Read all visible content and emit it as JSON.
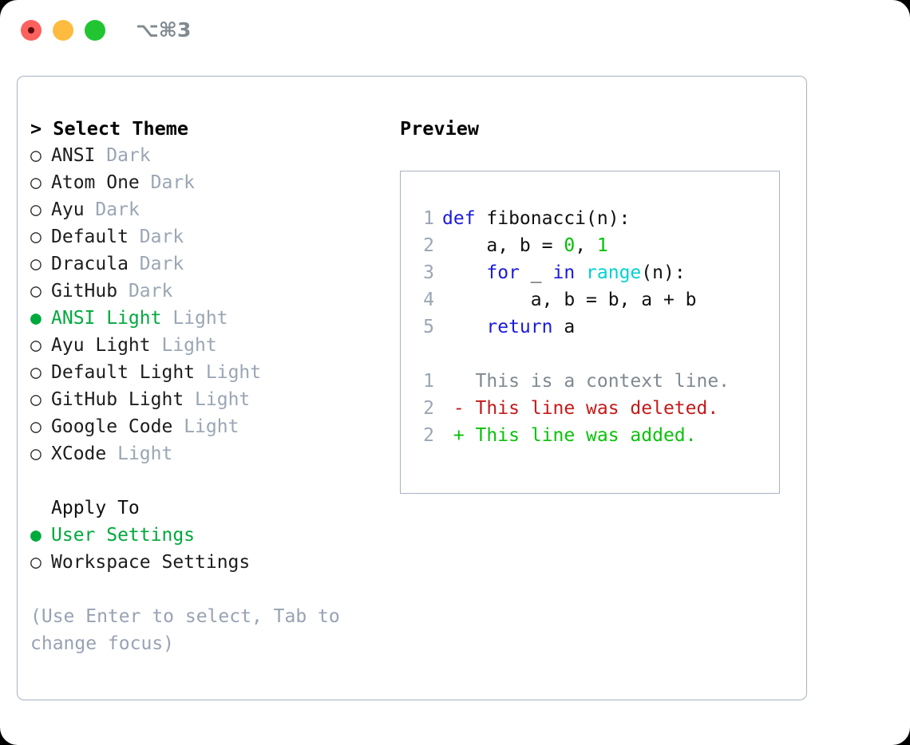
{
  "titlebar": {
    "shortcut": "⌥⌘3",
    "lights": [
      {
        "name": "close",
        "color": "#fc615d"
      },
      {
        "name": "minimize",
        "color": "#fdbc40"
      },
      {
        "name": "maximize",
        "color": "#21c531"
      }
    ]
  },
  "theme_picker": {
    "header_marker": "> ",
    "header": "Select Theme",
    "unselected_bullet": "○ ",
    "selected_bullet": "● ",
    "items": [
      {
        "name": "ANSI",
        "kind": "Dark",
        "selected": false
      },
      {
        "name": "Atom One",
        "kind": "Dark",
        "selected": false
      },
      {
        "name": "Ayu",
        "kind": "Dark",
        "selected": false
      },
      {
        "name": "Default",
        "kind": "Dark",
        "selected": false
      },
      {
        "name": "Dracula",
        "kind": "Dark",
        "selected": false
      },
      {
        "name": "GitHub",
        "kind": "Dark",
        "selected": false
      },
      {
        "name": "ANSI Light",
        "kind": "Light",
        "selected": true
      },
      {
        "name": "Ayu Light",
        "kind": "Light",
        "selected": false
      },
      {
        "name": "Default Light",
        "kind": "Light",
        "selected": false
      },
      {
        "name": "GitHub Light",
        "kind": "Light",
        "selected": false
      },
      {
        "name": "Google Code",
        "kind": "Light",
        "selected": false
      },
      {
        "name": "XCode",
        "kind": "Light",
        "selected": false
      }
    ]
  },
  "apply_to": {
    "label": "Apply To",
    "options": [
      {
        "label": "User Settings",
        "selected": true
      },
      {
        "label": "Workspace Settings",
        "selected": false
      }
    ]
  },
  "hint": "(Use Enter to select, Tab to change focus)",
  "preview": {
    "title": "Preview",
    "code_lines": [
      {
        "no": "1",
        "tokens": [
          {
            "t": "def",
            "c": "kw"
          },
          {
            "t": " fibonacci(n):",
            "c": "plain"
          }
        ]
      },
      {
        "no": "2",
        "tokens": [
          {
            "t": "    a, b = ",
            "c": "plain"
          },
          {
            "t": "0",
            "c": "num"
          },
          {
            "t": ", ",
            "c": "plain"
          },
          {
            "t": "1",
            "c": "num"
          }
        ]
      },
      {
        "no": "3",
        "tokens": [
          {
            "t": "    ",
            "c": "plain"
          },
          {
            "t": "for",
            "c": "kw"
          },
          {
            "t": " _ ",
            "c": "plain"
          },
          {
            "t": "in",
            "c": "kw"
          },
          {
            "t": " ",
            "c": "plain"
          },
          {
            "t": "range",
            "c": "fn"
          },
          {
            "t": "(n):",
            "c": "plain"
          }
        ]
      },
      {
        "no": "4",
        "tokens": [
          {
            "t": "        a, b = b, a + b",
            "c": "plain"
          }
        ]
      },
      {
        "no": "5",
        "tokens": [
          {
            "t": "    ",
            "c": "plain"
          },
          {
            "t": "return",
            "c": "kw"
          },
          {
            "t": " a",
            "c": "plain"
          }
        ]
      }
    ],
    "diff_lines": [
      {
        "no": "1",
        "marker": "  ",
        "text": "This is a context line.",
        "c": "ctx"
      },
      {
        "no": "2",
        "marker": "- ",
        "text": "This line was deleted.",
        "c": "del"
      },
      {
        "no": "2",
        "marker": "+ ",
        "text": "This line was added.",
        "c": "add"
      }
    ]
  },
  "colors": {
    "accent_green": "#00a93c",
    "muted": "#9aa6b4",
    "hint": "#98a2b3",
    "border": "#a8b2c1",
    "keyword": "#1a1ae0",
    "function": "#00d2d2",
    "number": "#00c000",
    "diff_added": "#0ac20a",
    "diff_deleted": "#c41a1a"
  }
}
